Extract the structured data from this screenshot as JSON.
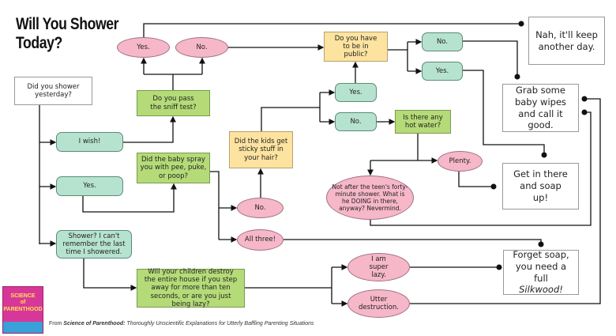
{
  "title": "Will You Shower Today?",
  "nodes": {
    "start": "Did you shower yesterday?",
    "i_wish": "I wish!",
    "yes_left": "Yes.",
    "cant_remember": "Shower? I can't remember the last time I showered.",
    "sniff_test": "Do you pass the sniff test?",
    "sniff_yes": "Yes.",
    "sniff_no": "No.",
    "baby_spray": "Did the baby spray you with pee, puke, or poop?",
    "spray_no": "No.",
    "spray_all_three": "All three!",
    "sticky": "Did the kids get sticky stuff in your hair?",
    "sticky_yes": "Yes.",
    "sticky_no": "No.",
    "public": "Do you have to be in public?",
    "public_no": "No.",
    "public_yes": "Yes.",
    "hot_water": "Is there any hot water?",
    "plenty": "Plenty.",
    "not_after": "Not after the teen's forty-minute shower. What is he DOING in there, anyway? Nevermind.",
    "destroy_house": "Will your children destroy the entire house if you step away for more than ten seconds, or are you just being lazy?",
    "super_lazy": "I am super lazy.",
    "utter_destruction": "Utter destruction.",
    "nah": "Nah, it'll keep another day.",
    "baby_wipes": "Grab some baby wipes and call it good.",
    "soap_up": "Get in there and soap up!",
    "forget_soap": "Forget soap, you need a full",
    "forget_soap_italic": "Silkwood!"
  },
  "caption": {
    "prefix": "From ",
    "book": "Science of Parenthood:",
    "subtitle": " Thoroughly Unscientific Explanations for Utterly Baffling Parenting Situations"
  },
  "book_cover": {
    "title": "SCIENCE of PARENTHOOD"
  },
  "colors": {
    "question_green": "#b5db78",
    "answer_teal": "#b6e3cf",
    "question_orange": "#fde3a0",
    "answer_pink": "#f6b7c9"
  }
}
